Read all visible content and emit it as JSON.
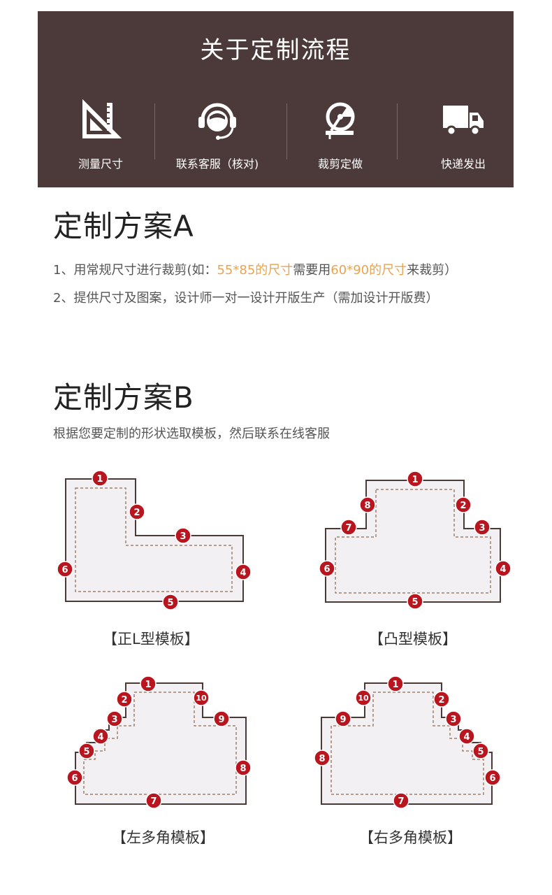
{
  "banner": {
    "title": "关于定制流程",
    "steps": [
      {
        "label": "测量尺寸",
        "icon": "ruler-triangle-icon"
      },
      {
        "label": "联系客服（核对)",
        "icon": "headset-support-icon"
      },
      {
        "label": "裁剪定做",
        "icon": "cutting-machine-icon"
      },
      {
        "label": "快递发出",
        "icon": "delivery-truck-icon"
      }
    ]
  },
  "planA": {
    "title": "定制方案A",
    "line1": {
      "prefix": "1、用常规尺寸进行裁剪(如：",
      "hl1": "55*85的尺寸",
      "mid": "需要用",
      "hl2": "60*90的尺寸",
      "suffix": "来裁剪）"
    },
    "line2": "2、提供尺寸及图案，设计师一对一设计开版生产（需加设计开版费）"
  },
  "planB": {
    "title": "定制方案B",
    "desc": "根据您要定制的形状选取模板，然后联系在线客服",
    "templates": [
      {
        "label": "【正L型模板】"
      },
      {
        "label": "【凸型模板】"
      },
      {
        "label": "【左多角模板】"
      },
      {
        "label": "【右多角模板】"
      }
    ]
  },
  "colors": {
    "banner_bg": "#4b3a39",
    "highlight": "#e7a552",
    "badge": "#b9151f",
    "outline": "#4a3a36",
    "dashed": "#a2806a",
    "fill": "#f3f0f3"
  }
}
